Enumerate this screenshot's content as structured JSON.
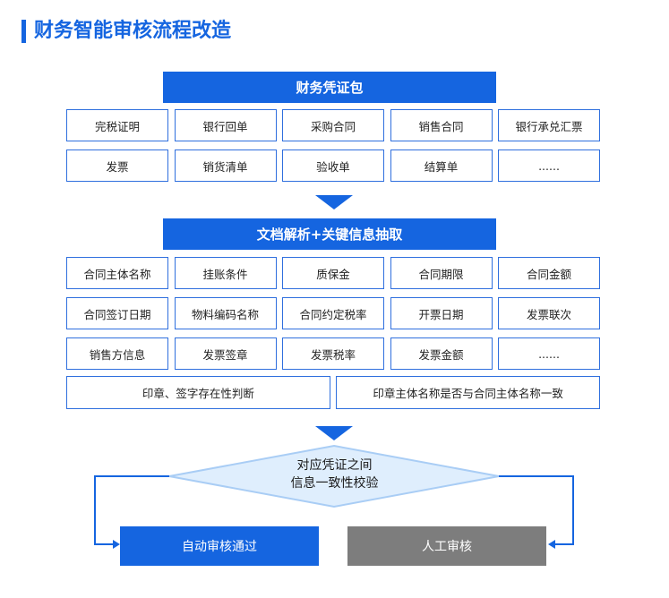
{
  "title": "财务智能审核流程改造",
  "section1": {
    "header": "财务凭证包",
    "rows": [
      [
        "完税证明",
        "银行回单",
        "采购合同",
        "销售合同",
        "银行承兑汇票"
      ],
      [
        "发票",
        "销货清单",
        "验收单",
        "结算单",
        "......"
      ]
    ]
  },
  "section2": {
    "header": "文档解析+关键信息抽取",
    "rows": [
      [
        "合同主体名称",
        "挂账条件",
        "质保金",
        "合同期限",
        "合同金额"
      ],
      [
        "合同签订日期",
        "物料编码名称",
        "合同约定税率",
        "开票日期",
        "发票联次"
      ],
      [
        "销售方信息",
        "发票签章",
        "发票税率",
        "发票金额",
        "......"
      ]
    ],
    "wide_row": [
      "印章、签字存在性判断",
      "印章主体名称是否与合同主体名称一致"
    ]
  },
  "decision": {
    "line1": "对应凭证之间",
    "line2": "信息一致性校验"
  },
  "outcomes": {
    "auto": "自动审核通过",
    "manual": "人工审核"
  },
  "colors": {
    "primary": "#1565e0",
    "cell_border": "#2f6fde",
    "manual_bg": "#7d7d7d",
    "diamond_fill": "#dfeefd",
    "diamond_stroke": "#a9cdf5"
  }
}
